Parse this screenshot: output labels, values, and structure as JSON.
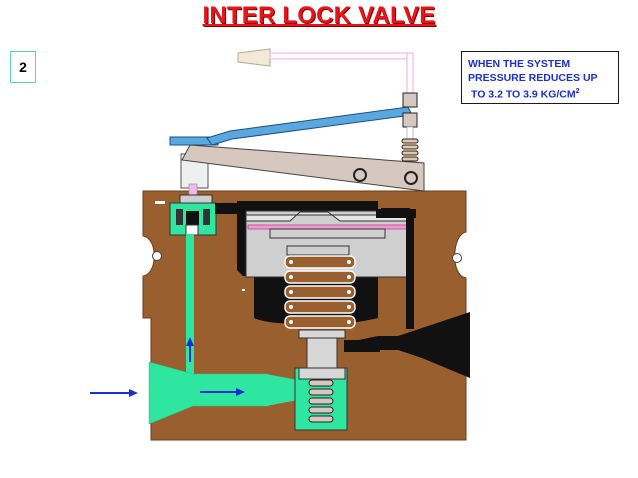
{
  "title": "INTER LOCK VALVE",
  "step_number": "2",
  "note": {
    "line1": "WHEN THE SYSTEM",
    "line2": "PRESSURE REDUCES UP",
    "line3_prefix": "TO 3.2 TO 3.9 KG/CM",
    "line3_superscript": "2"
  },
  "colors": {
    "title": "#e8141c",
    "body": "#9a5f2e",
    "passage": "#2ee6a0",
    "lever": "#d7c8bf",
    "arm": "#5aa8e0",
    "arrow": "#1a2fd0",
    "note_text": "#1b2fd4"
  },
  "icons": [
    "arrow-right-icon",
    "arrow-up-icon",
    "arrow-right-icon"
  ]
}
